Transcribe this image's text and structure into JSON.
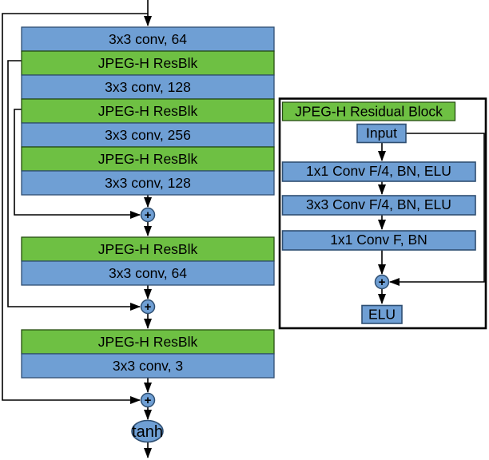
{
  "symbols": {
    "add": "+"
  },
  "main_stack": {
    "blocks": [
      {
        "label": "3x3 conv, 64",
        "type": "conv"
      },
      {
        "label": "JPEG-H ResBlk",
        "type": "resblk"
      },
      {
        "label": "3x3 conv, 128",
        "type": "conv"
      },
      {
        "label": "JPEG-H ResBlk",
        "type": "resblk"
      },
      {
        "label": "3x3 conv, 256",
        "type": "conv"
      },
      {
        "label": "JPEG-H ResBlk",
        "type": "resblk"
      },
      {
        "label": "3x3 conv, 128",
        "type": "conv"
      },
      {
        "label": "JPEG-H ResBlk",
        "type": "resblk"
      },
      {
        "label": "3x3 conv, 64",
        "type": "conv"
      },
      {
        "label": "JPEG-H ResBlk",
        "type": "resblk"
      },
      {
        "label": "3x3 conv, 3",
        "type": "conv"
      }
    ],
    "activation": "tanh"
  },
  "residual_panel": {
    "title": "JPEG-H Residual Block",
    "input_label": "Input",
    "layers": [
      {
        "label": "1x1 Conv F/4, BN, ELU"
      },
      {
        "label": "3x3 Conv F/4, BN, ELU"
      },
      {
        "label": "1x1 Conv F, BN"
      }
    ],
    "output_label": "ELU"
  },
  "colors": {
    "block_blue": "#6f9fd4",
    "block_green": "#6ec043",
    "blue_border": "#2f4f72",
    "green_border": "#264d12",
    "line": "#000000"
  }
}
